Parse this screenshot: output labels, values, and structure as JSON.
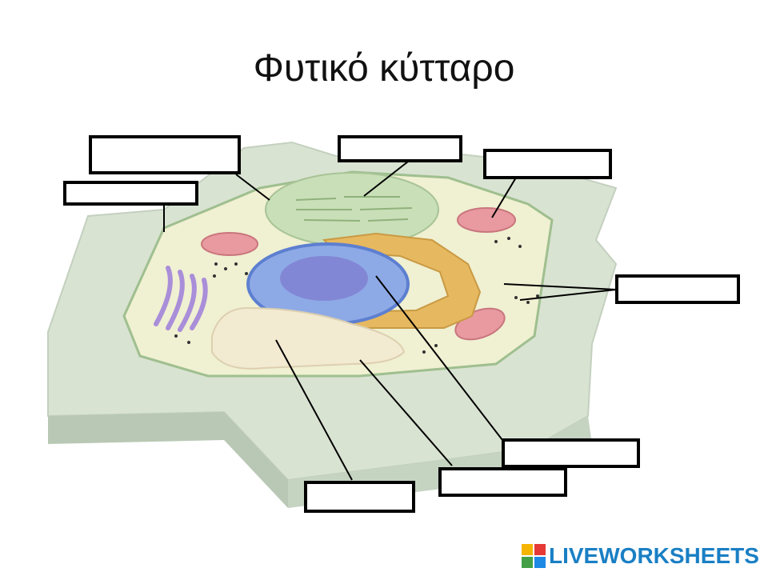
{
  "title": "Φυτικό κύτταρο",
  "brand": {
    "text": "LIVEWORKSHEETS",
    "color": "#1a7fc4"
  },
  "colors": {
    "cell_wall": "#d9e3d2",
    "cell_wall_shadow": "#b8c8b4",
    "cytoplasm": "#f0f0d2",
    "membrane": "#9fbf8f",
    "chloroplast": "#c9dfb8",
    "mitochondria": "#e89aa0",
    "nucleus": "#6f8fdc",
    "er": "#e6b860",
    "golgi": "#a98ed9",
    "vacuole": "#f3ead2"
  },
  "labels": [
    {
      "id": "label-1",
      "value": ""
    },
    {
      "id": "label-2",
      "value": ""
    },
    {
      "id": "label-3",
      "value": ""
    },
    {
      "id": "label-4",
      "value": ""
    },
    {
      "id": "label-5",
      "value": ""
    },
    {
      "id": "label-6",
      "value": ""
    },
    {
      "id": "label-7",
      "value": ""
    },
    {
      "id": "label-8",
      "value": ""
    },
    {
      "id": "label-9",
      "value": ""
    }
  ]
}
